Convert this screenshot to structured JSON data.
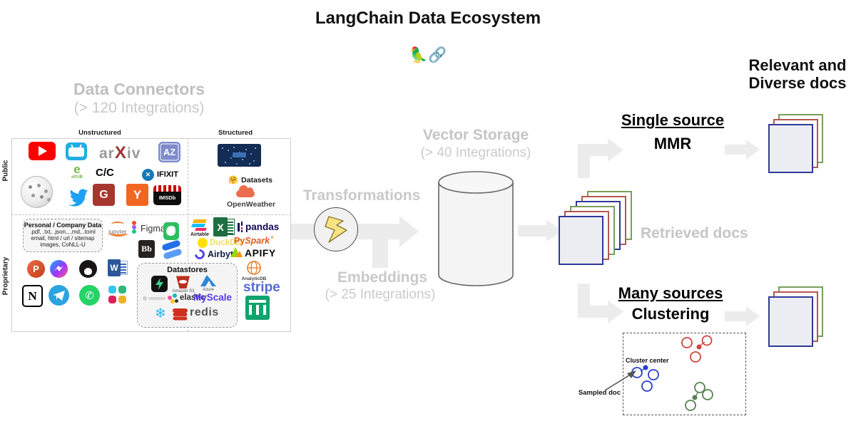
{
  "title": "LangChain Data Ecosystem",
  "icons": {
    "parrot": "🦜",
    "chain": "🔗",
    "hugging_face": "🤗",
    "ifixit_x": "✕",
    "whatsapp_phone": "✆",
    "snowflake": "❄",
    "spark_star": "✦"
  },
  "connectors": {
    "heading": "Data Connectors",
    "subheading": "(> 120 Integrations)",
    "columns": {
      "unstructured": "Unstructured",
      "structured": "Structured"
    },
    "rows": {
      "public": "Public",
      "proprietary": "Proprietary"
    },
    "personal_box": {
      "title": "Personal / Company Data",
      "lines": [
        ".pdf, .txt, .json., ,md, .toml",
        "email, html / url / sitemap",
        "images, CoNLL-U"
      ]
    },
    "datastores_title": "Datastores",
    "logos": {
      "arxiv_pre": "ar",
      "arxiv_x": "X",
      "arxiv_post": "iv",
      "azlyrics": "AZ",
      "epub_mark": "e",
      "epub": "ePUB",
      "college_confidential": "C/C",
      "ifixit": "IFIXIT",
      "hacker_news": "Y",
      "gitbook": "G",
      "imsdb": "IMSDb",
      "datasets": "Datasets",
      "openweather": "OpenWeather",
      "jupyter": "jupyter",
      "figma": "Figma",
      "blackboard": "Bb",
      "powerpoint": "P",
      "word": "W",
      "notion": "N",
      "airtable": "Airtable",
      "excel": "X",
      "pandas": "pandas",
      "duckdb": "DuckDB",
      "pyspark_py": "Py",
      "pyspark_spark": "Spark",
      "airbyte": "Airbyte",
      "apify": "APIFY",
      "analyticdb": "AnalyticDB",
      "stripe": "stripe",
      "amazon_s3": "Amazon S3",
      "azure": "Azure",
      "elastic": "elastic",
      "myscale": "MyScale",
      "redis": "redis"
    }
  },
  "pipeline": {
    "transformations": "Transformations",
    "embeddings_heading": "Embeddings",
    "embeddings_sub": "(> 25 Integrations)",
    "vector_storage_heading": "Vector Storage",
    "vector_storage_sub": "(> 40 Integrations)",
    "retrieved_docs": "Retrieved docs"
  },
  "single_branch": {
    "heading": "Single source",
    "method": "MMR",
    "result_line1": "Relevant and",
    "result_line2": "Diverse docs"
  },
  "many_branch": {
    "heading": "Many sources",
    "method": "Clustering",
    "cluster_center": "Cluster center",
    "sampled_doc": "Sampled doc"
  },
  "colors": {
    "muted_heading": "#c0c0c0",
    "arrow_gray": "#ececec",
    "doc_navy": "#2e3a97",
    "doc_red": "#b3584e",
    "doc_green": "#7a9e5a",
    "cluster_red": "#d0453e",
    "cluster_blue": "#2940c8",
    "cluster_green": "#57824f"
  }
}
